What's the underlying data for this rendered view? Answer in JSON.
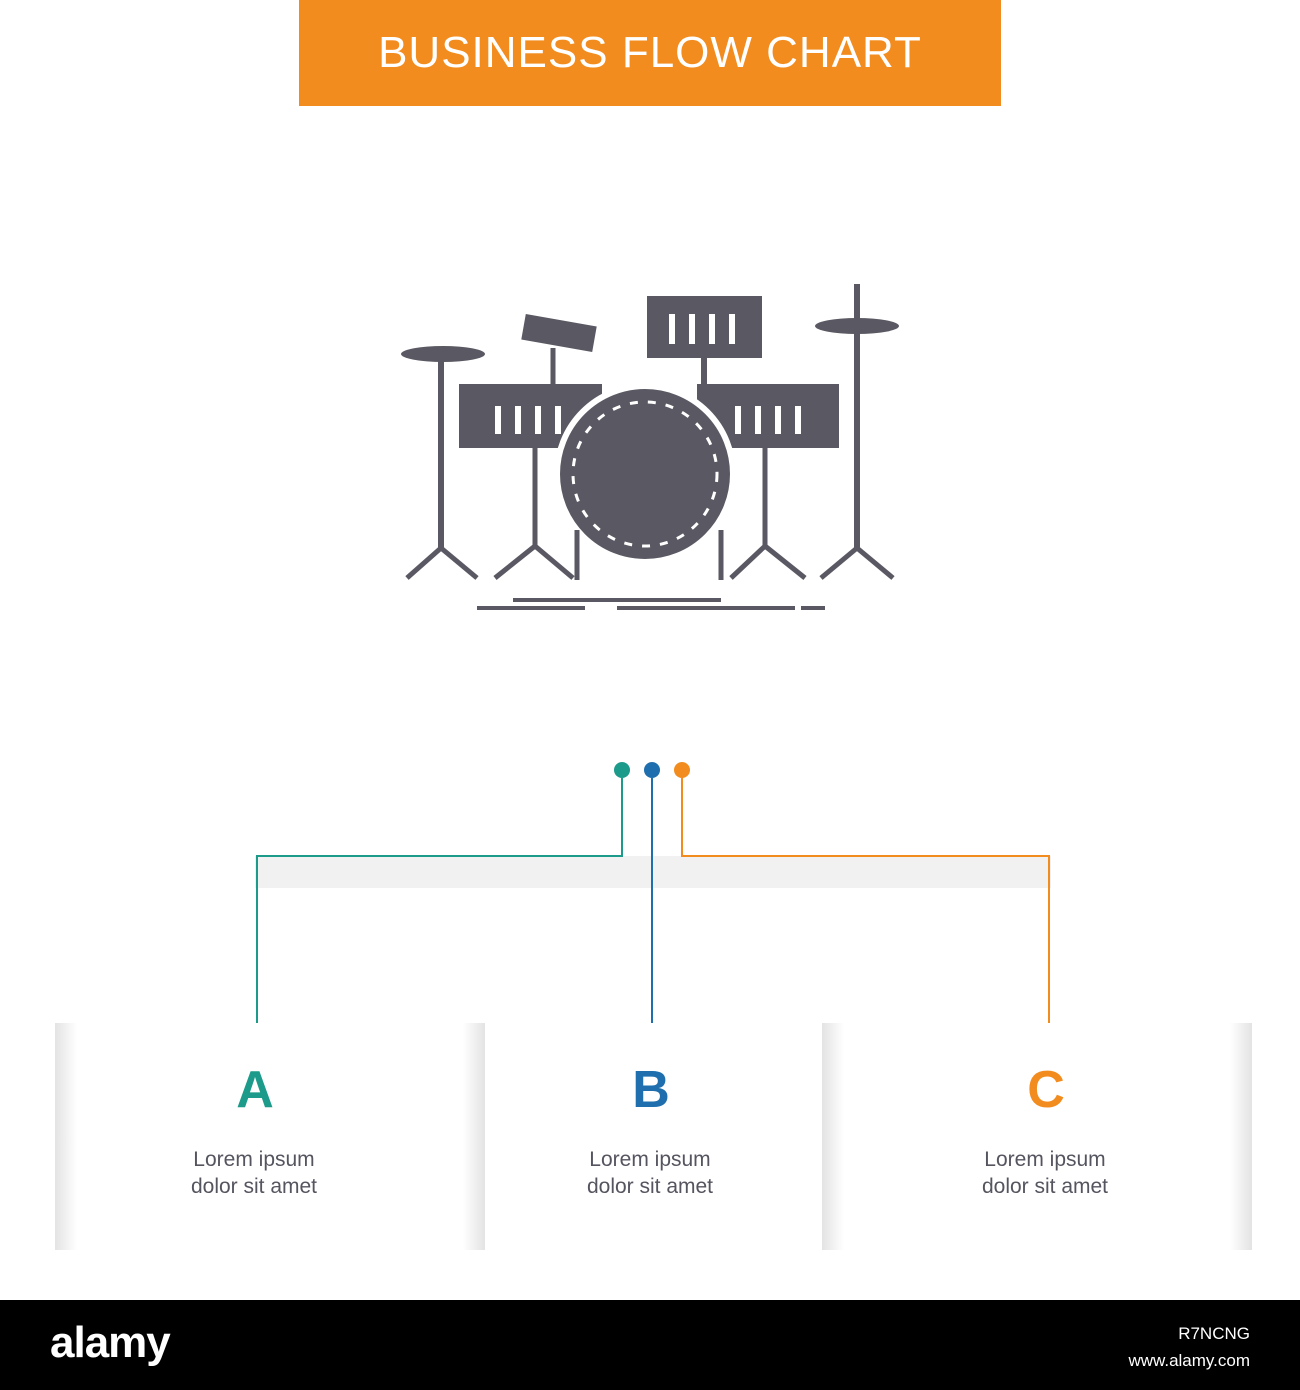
{
  "header": {
    "title": "BUSINESS FLOW CHART"
  },
  "icon": {
    "name": "drum-set-icon",
    "color": "#5a5862"
  },
  "colors": {
    "teal": "#1c9a8a",
    "blue": "#1f6fae",
    "orange": "#f28c1e",
    "banner": "#f28c1e",
    "text": "#555560"
  },
  "steps": [
    {
      "letter": "A",
      "line1": "Lorem ipsum",
      "line2": "dolor sit amet",
      "color": "#1c9a8a"
    },
    {
      "letter": "B",
      "line1": "Lorem ipsum",
      "line2": "dolor sit amet",
      "color": "#1f6fae"
    },
    {
      "letter": "C",
      "line1": "Lorem ipsum",
      "line2": "dolor sit amet",
      "color": "#f28c1e"
    }
  ],
  "footer": {
    "brand": "alamy",
    "image_id": "R7NCNG",
    "site": "www.alamy.com"
  }
}
